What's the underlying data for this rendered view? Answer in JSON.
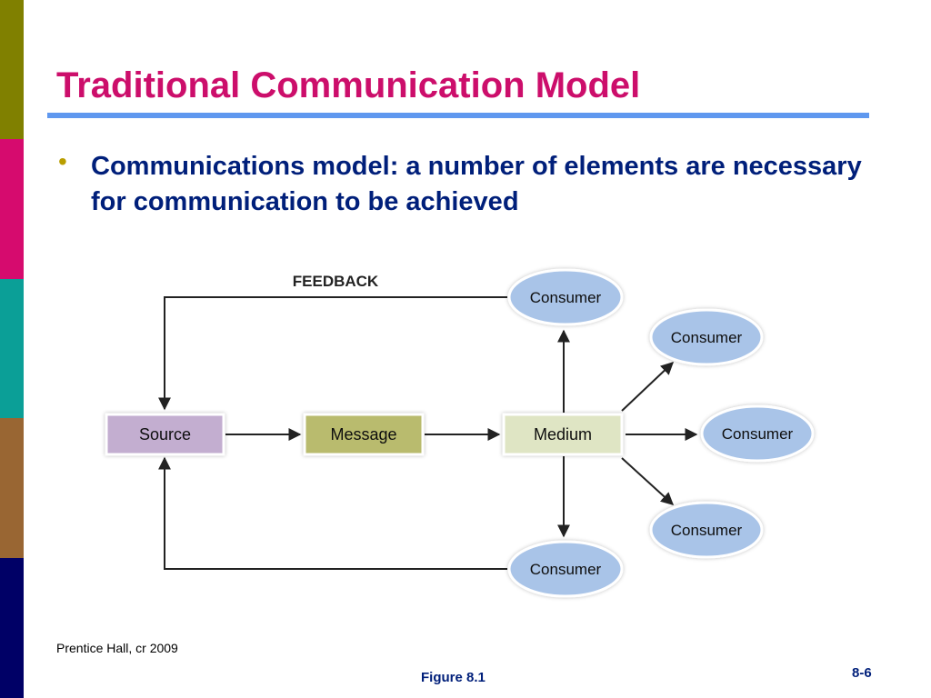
{
  "slide": {
    "title": "Traditional Communication Model",
    "bullet": "Communications model: a number of elements are necessary for communication to be achieved",
    "credit": "Prentice Hall, cr 2009",
    "figure_label": "Figure 8.1",
    "page_number": "8-6"
  },
  "colors": {
    "title": "#cc0e6b",
    "rule": "#5f98ef",
    "bullet_dot": "#b99e00",
    "body_text": "#001f7a",
    "stripes": [
      "#808000",
      "#d60b6e",
      "#0b9f97",
      "#996633",
      "#000066"
    ]
  },
  "diagram": {
    "feedback_label": "FEEDBACK",
    "boxes": {
      "source": {
        "label": "Source",
        "fill": "#c3aed0"
      },
      "message": {
        "label": "Message",
        "fill": "#b9bb6e"
      },
      "medium": {
        "label": "Medium",
        "fill": "#dfe5c4"
      }
    },
    "consumers": {
      "top": "Consumer",
      "upper_right": "Consumer",
      "right": "Consumer",
      "lower_right": "Consumer",
      "bottom": "Consumer"
    },
    "consumer_fill": "#a9c4e8"
  }
}
